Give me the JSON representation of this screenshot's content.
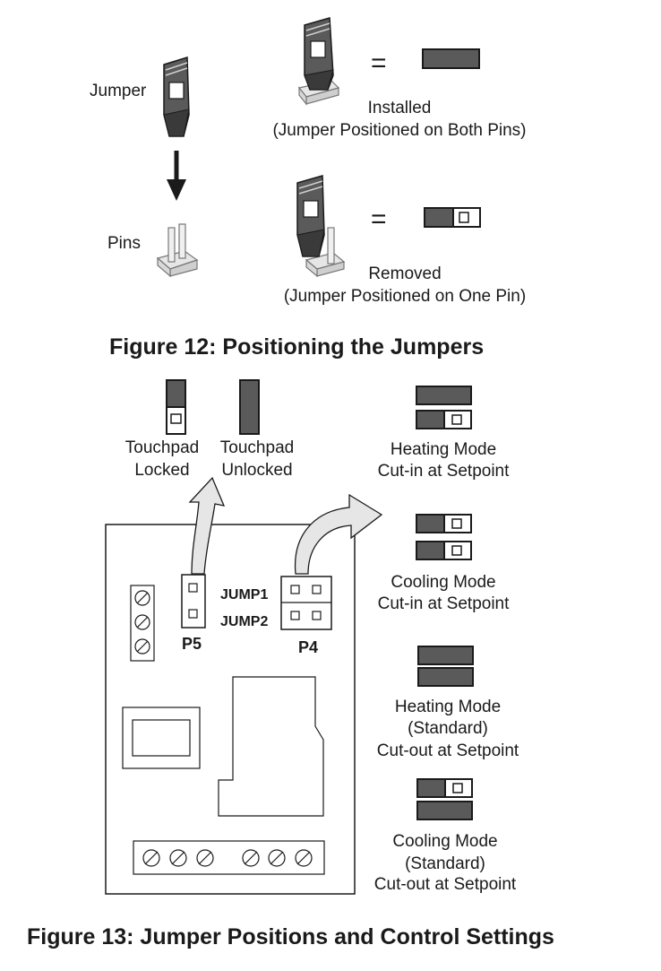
{
  "fig12": {
    "jumper_label": "Jumper",
    "pins_label": "Pins",
    "equals": "=",
    "installed_title": "Installed",
    "installed_desc": "(Jumper Positioned on Both Pins)",
    "removed_title": "Removed",
    "removed_desc": "(Jumper Positioned on One Pin)",
    "caption": "Figure 12: Positioning the Jumpers"
  },
  "fig13": {
    "touchpad_locked": [
      "Touchpad",
      "Locked"
    ],
    "touchpad_unlocked": [
      "Touchpad",
      "Unlocked"
    ],
    "board": {
      "p5_label": "P5",
      "p4_label": "P4",
      "jump1_label": "JUMP1",
      "jump2_label": "JUMP2"
    },
    "modes": [
      {
        "lines": [
          "Heating Mode",
          "Cut-in at Setpoint"
        ],
        "jump1": "installed",
        "jump2": "removed"
      },
      {
        "lines": [
          "Cooling Mode",
          "Cut-in at Setpoint"
        ],
        "jump1": "removed",
        "jump2": "removed"
      },
      {
        "lines": [
          "Heating Mode",
          "(Standard)",
          "Cut-out at Setpoint"
        ],
        "jump1": "installed",
        "jump2": "installed"
      },
      {
        "lines": [
          "Cooling Mode",
          "(Standard)",
          "Cut-out at Setpoint"
        ],
        "jump1": "removed",
        "jump2": "installed"
      }
    ],
    "caption": "Figure 13: Jumper Positions and Control Settings"
  },
  "colors": {
    "jumper_dark": "#5a5a5a",
    "outline": "#1a1a1a",
    "pin_light": "#d8d8d8"
  }
}
